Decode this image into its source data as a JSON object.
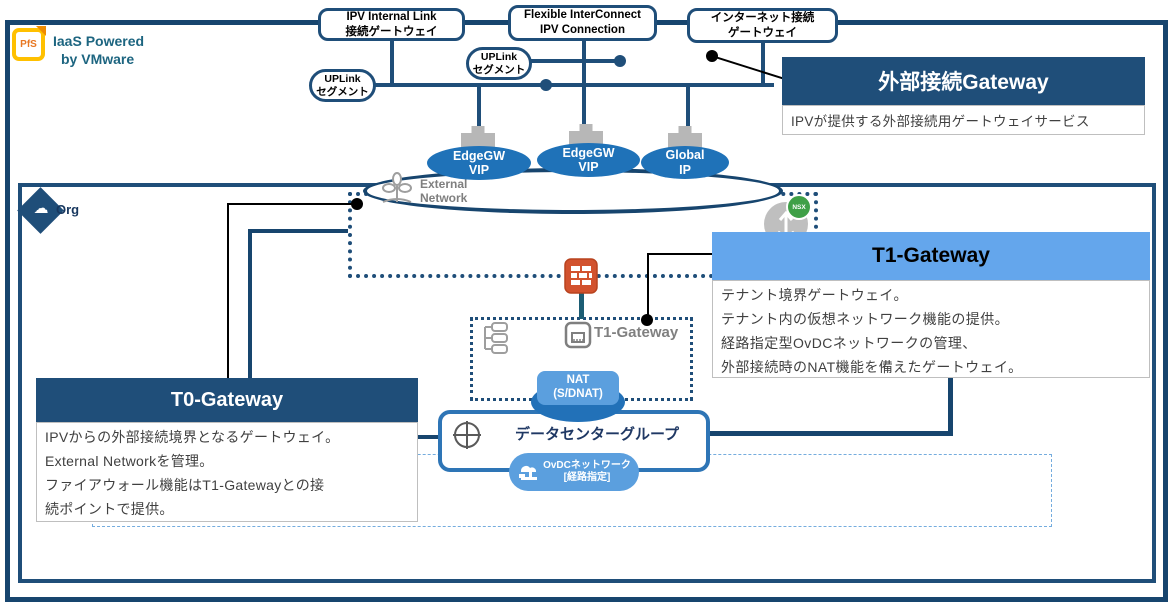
{
  "branding": {
    "logo_text": "PfS",
    "product_line1": "IaaS Powered",
    "product_line2": "by VMware"
  },
  "top_boxes": [
    {
      "line1": "IPV Internal Link",
      "line2": "接続ゲートウェイ"
    },
    {
      "line1": "Flexible InterConnect",
      "line2": "IPV Connection"
    },
    {
      "line1": "インターネット接続",
      "line2": "ゲートウェイ"
    }
  ],
  "uplink_segments": [
    {
      "line1": "UPLink",
      "line2": "セグメント"
    },
    {
      "line1": "UPLink",
      "line2": "セグメント"
    }
  ],
  "vips": [
    {
      "line1": "EdgeGW",
      "line2": "VIP"
    },
    {
      "line1": "EdgeGW",
      "line2": "VIP"
    },
    {
      "line1": "Global",
      "line2": "IP"
    }
  ],
  "external_network": {
    "line1": "External",
    "line2": "Network"
  },
  "org": {
    "label": "Org"
  },
  "nsx": {
    "badge": "NSX"
  },
  "t1_node": {
    "label": "T1-Gateway"
  },
  "nat": {
    "line1": "NAT",
    "line2": "(S/DNAT)"
  },
  "datacenter_group": {
    "title": "データセンターグループ",
    "ovdc_line1": "OvDCネットワーク",
    "ovdc_line2": "[経路指定]"
  },
  "callouts": {
    "external": {
      "title": "外部接続Gateway",
      "body": "IPVが提供する外部接続用ゲートウェイサービス"
    },
    "t1": {
      "title": "T1-Gateway",
      "lines": [
        "テナント境界ゲートウェイ。",
        "テナント内の仮想ネットワーク機能の提供。",
        "経路指定型OvDCネットワークの管理、",
        "外部接続時のNAT機能を備えたゲートウェイ。"
      ]
    },
    "t0": {
      "title": "T0-Gateway",
      "lines": [
        "IPVからの外部接続境界となるゲートウェイ。",
        "External Networkを管理。",
        "ファイアウォール機能はT1-Gatewayとの接",
        "続ポイントで提供。"
      ]
    }
  },
  "colors": {
    "navy_border": "#17456E",
    "navy_line": "#1F4E79",
    "vip_blue": "#1F72B8",
    "light_blue": "#5B9FDE",
    "t1_header_blue": "#64A6EC",
    "dc_border_blue": "#2E75B6",
    "firewall_orange": "#D2522E",
    "nsx_green": "#3FA047",
    "logo_yellow": "#FFC000",
    "teal_connector": "#1C5D74"
  }
}
